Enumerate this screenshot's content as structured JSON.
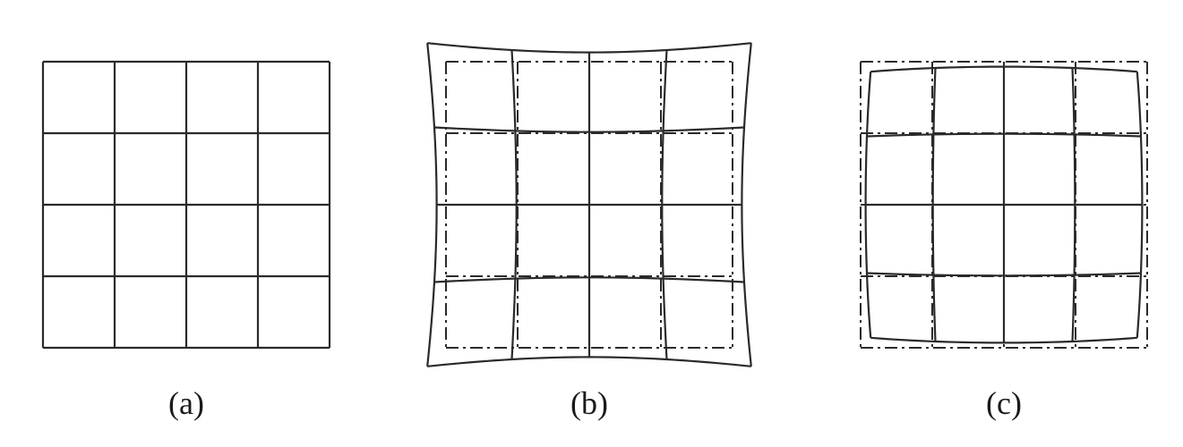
{
  "figure": {
    "panels": [
      {
        "id": "a",
        "label": "(a)",
        "grid_divisions": 4,
        "distortion": "none"
      },
      {
        "id": "b",
        "label": "(b)",
        "grid_divisions": 4,
        "distortion": "pincushion",
        "reference_grid": "dashed"
      },
      {
        "id": "c",
        "label": "(c)",
        "grid_divisions": 4,
        "distortion": "barrel",
        "reference_grid": "dashed"
      }
    ],
    "colors": {
      "line": "#2a2a2a",
      "background": "#ffffff"
    }
  }
}
